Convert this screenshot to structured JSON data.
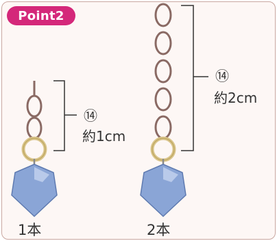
{
  "badge": {
    "label": "Point2"
  },
  "left": {
    "circle_num": "⑭",
    "measure": "約1cm",
    "caption": "1本"
  },
  "right": {
    "circle_num": "⑭",
    "measure": "約2cm",
    "caption": "2本"
  },
  "colors": {
    "badge": "#d4287a",
    "chain": "#8a6a64",
    "ring": "#d9c48a",
    "bead": "#8aa5d6",
    "bracket": "#333333",
    "frame": "#c9a7a0"
  }
}
